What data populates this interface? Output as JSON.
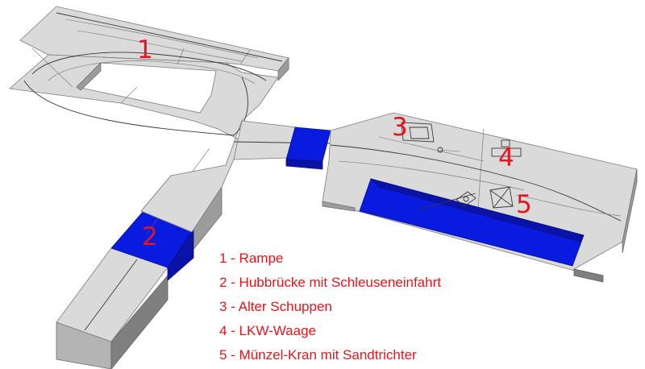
{
  "markers": [
    {
      "id": "1",
      "label": "1"
    },
    {
      "id": "2",
      "label": "2"
    },
    {
      "id": "3",
      "label": "3"
    },
    {
      "id": "4",
      "label": "4"
    },
    {
      "id": "5",
      "label": "5"
    }
  ],
  "legend": [
    "1 - Rampe",
    "2 - Hubbrücke mit Schleuseneinfahrt",
    "3 - Alter Schuppen",
    "4 - LKW-Waage",
    "5 - Münzel-Kran mit  Sandtrichter"
  ],
  "colors": {
    "marker": "#e8141b",
    "water": "#0a1be0",
    "board": "#dadada"
  }
}
